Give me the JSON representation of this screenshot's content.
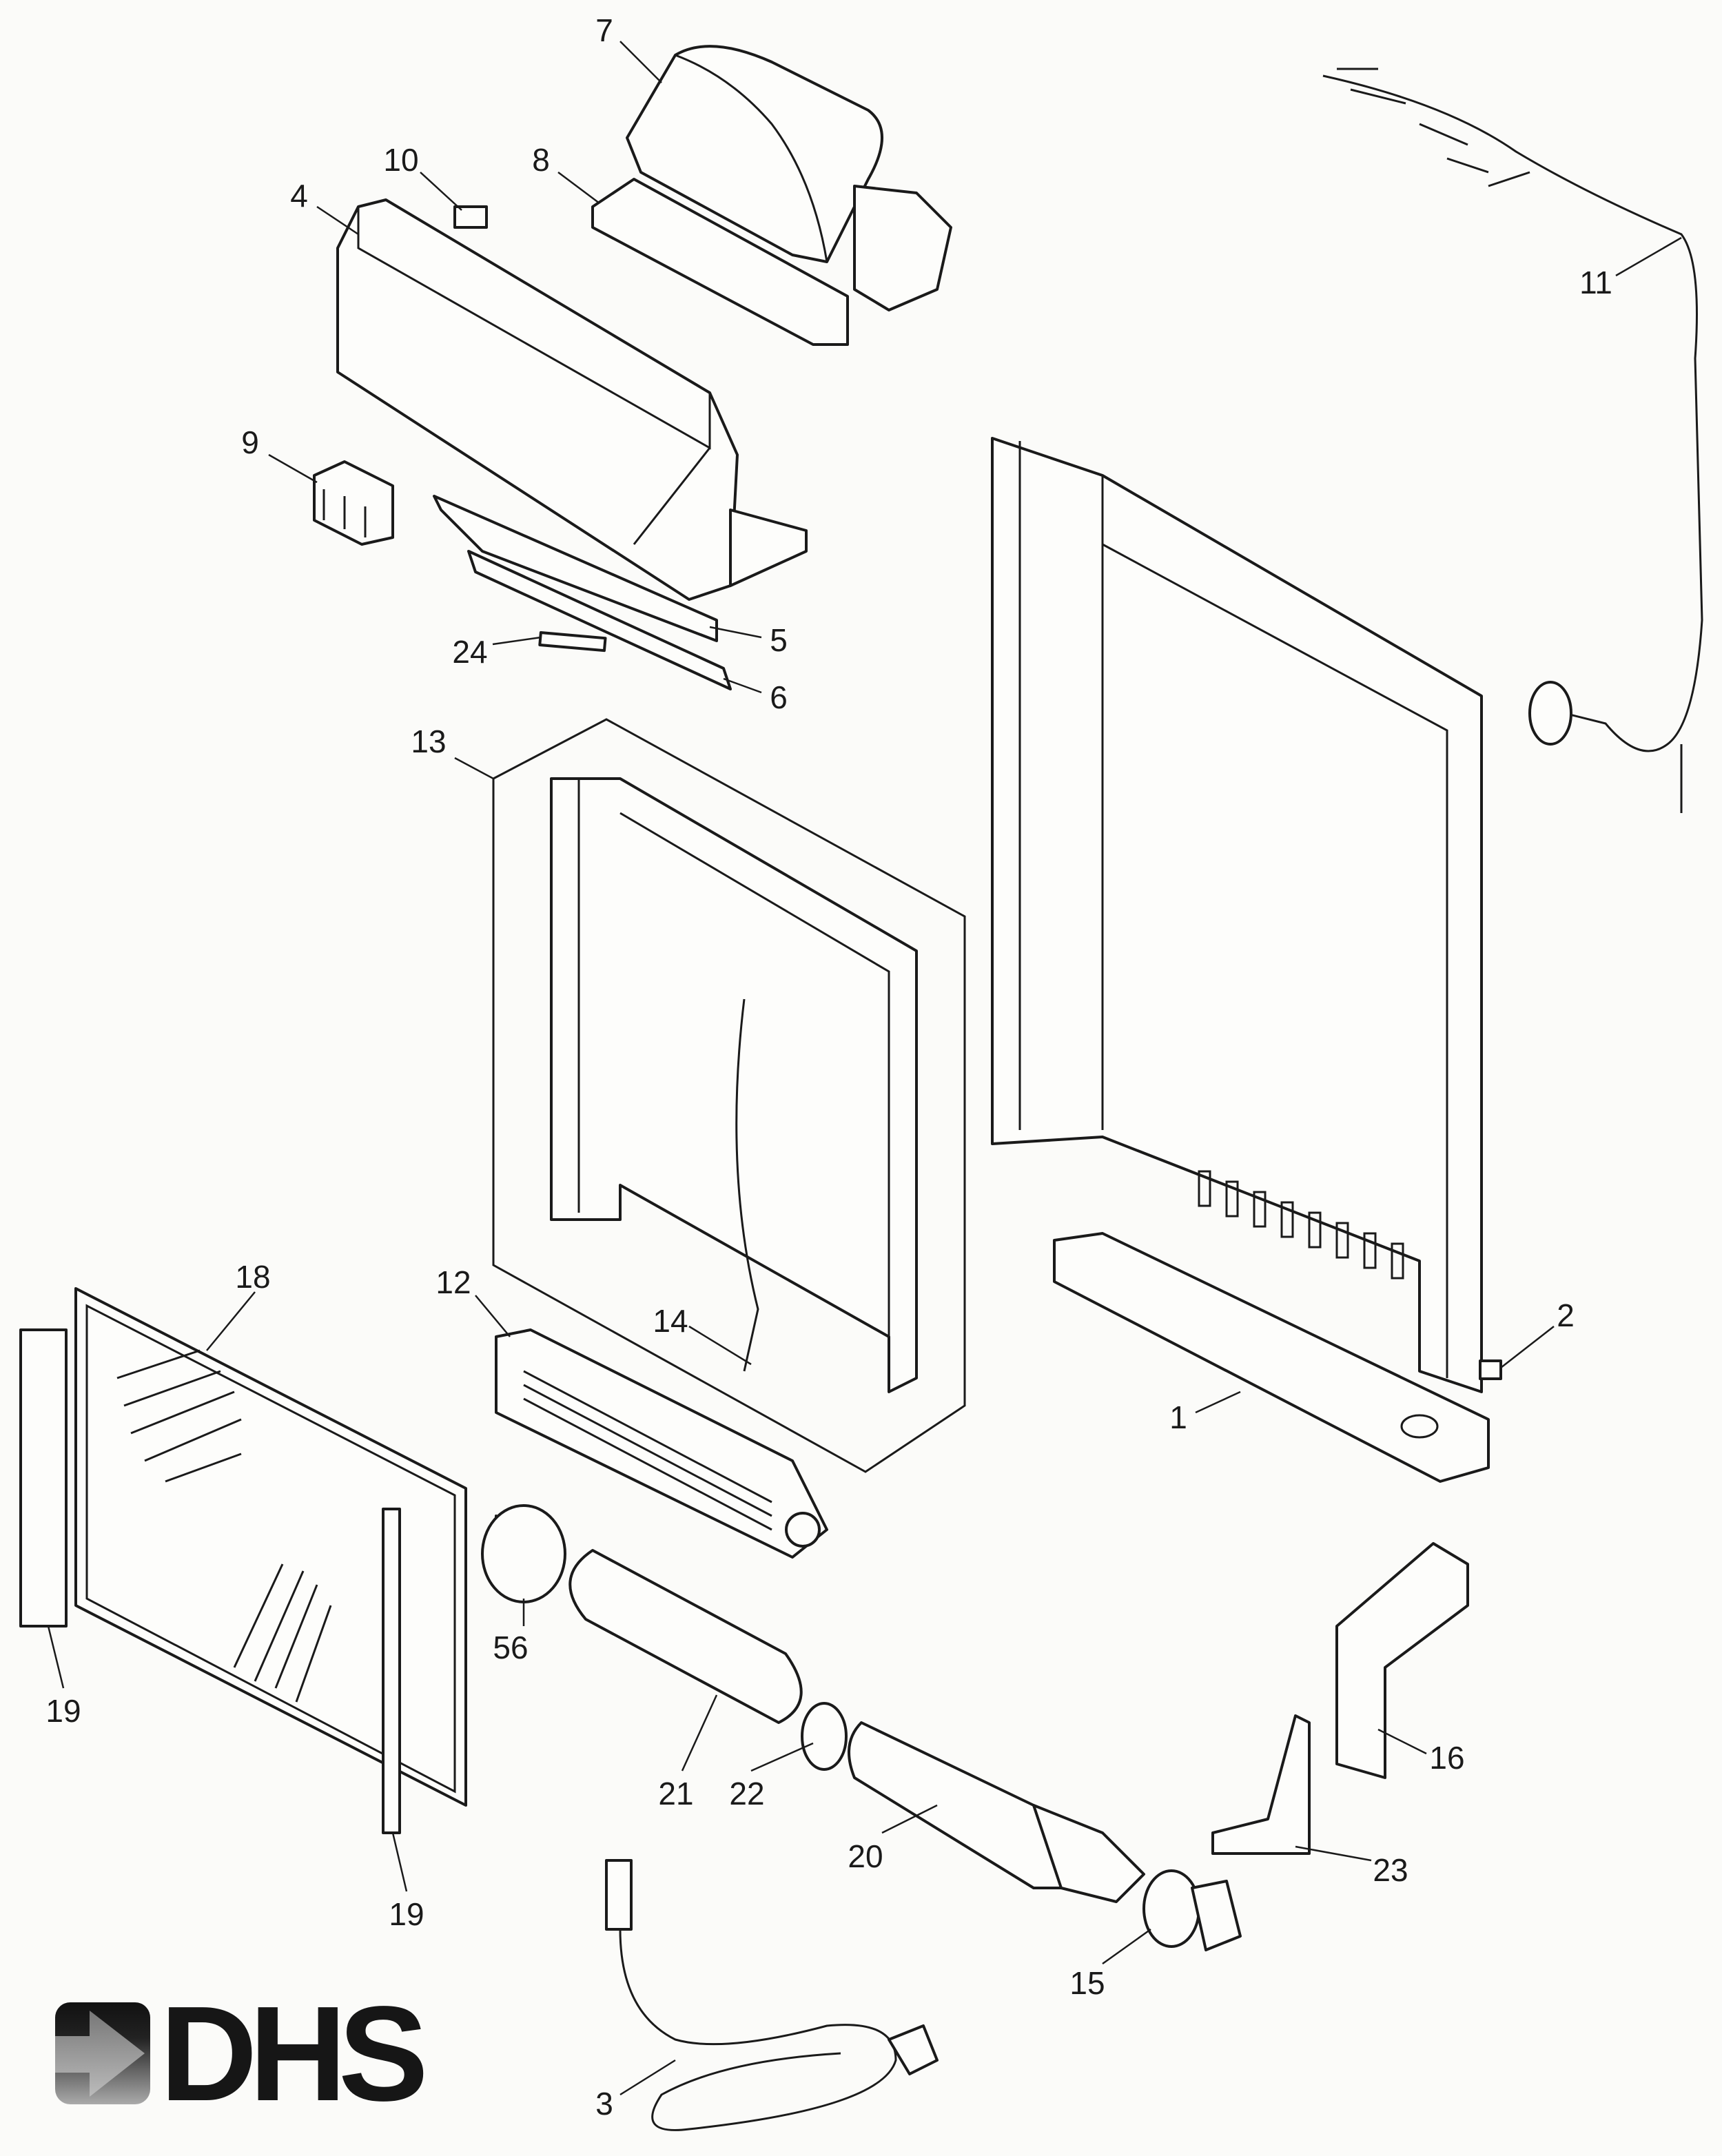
{
  "diagram": {
    "labels": [
      "7",
      "10",
      "8",
      "4",
      "11",
      "9",
      "5",
      "24",
      "6",
      "13",
      "2",
      "12",
      "18",
      "14",
      "1",
      "19",
      "56",
      "21",
      "22",
      "20",
      "16",
      "23",
      "19",
      "15",
      "3"
    ]
  },
  "logo": {
    "text": "DHS"
  },
  "colors": {
    "ink": "#1a1a1a",
    "paper": "#fbfbf9"
  }
}
